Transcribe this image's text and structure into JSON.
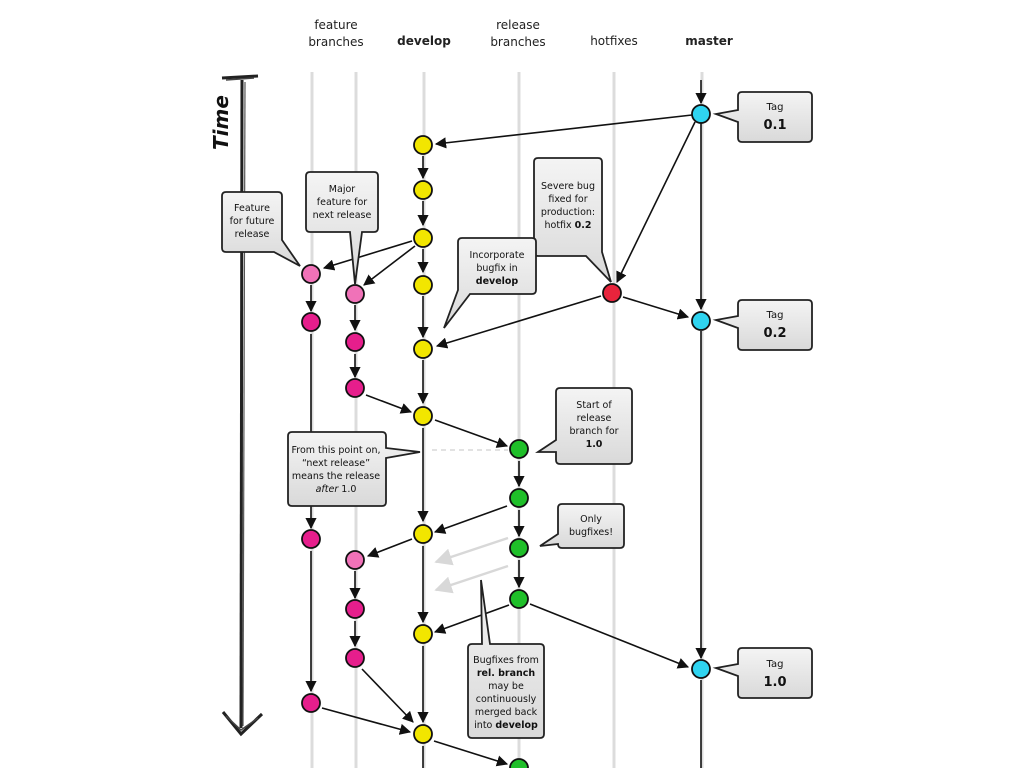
{
  "lanes": {
    "feature": [
      "feature",
      "branches"
    ],
    "develop": "develop",
    "release": [
      "release",
      "branches"
    ],
    "hotfixes": "hotfixes",
    "master": "master"
  },
  "time_label": "Time",
  "tags": [
    {
      "label": "Tag",
      "version": "0.1"
    },
    {
      "label": "Tag",
      "version": "0.2"
    },
    {
      "label": "Tag",
      "version": "1.0"
    }
  ],
  "callouts": {
    "feature_future": [
      "Feature",
      "for future",
      "release"
    ],
    "major_feature": [
      "Major",
      "feature for",
      "next release"
    ],
    "severe_bug": [
      "Severe bug",
      "fixed for",
      "production:",
      "hotfix ",
      "0.2"
    ],
    "incorporate": [
      "Incorporate",
      "bugfix in",
      "develop"
    ],
    "start_release": [
      "Start of",
      "release",
      "branch for",
      "1.0"
    ],
    "next_release": [
      "From this point on,",
      "“next release”",
      "means the release",
      "after",
      " 1.0"
    ],
    "only_bugfixes": [
      "Only",
      "bugfixes!"
    ],
    "bugfixes_merged": [
      "Bugfixes from",
      "rel. branch",
      "may be",
      "continuously",
      "merged back",
      "into ",
      "develop"
    ]
  },
  "colors": {
    "develop": "#f2e600",
    "feature": "#e61e8c",
    "feature_light": "#f072b8",
    "release": "#1fbf29",
    "hotfix": "#e8243c",
    "master": "#2fd4f0",
    "callout_fill": "#e6e6e6",
    "lane_line": "#dcdcdc"
  }
}
